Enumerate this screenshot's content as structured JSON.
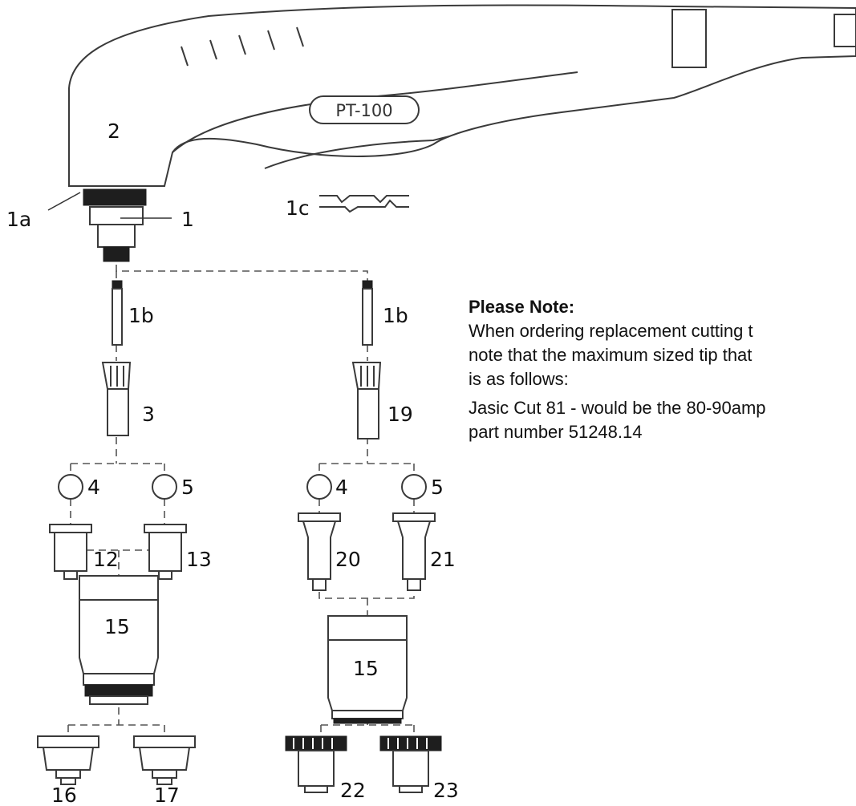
{
  "torch": {
    "model": "PT-100"
  },
  "labels": {
    "p2": "2",
    "p1a": "1a",
    "p1": "1",
    "p1c": "1c",
    "p1b_left": "1b",
    "p1b_right": "1b",
    "p3": "3",
    "p19": "19",
    "p4_left": "4",
    "p5_left": "5",
    "p4_right": "4",
    "p5_right": "5",
    "p12": "12",
    "p13": "13",
    "p20": "20",
    "p21": "21",
    "p15_left": "15",
    "p15_right": "15",
    "p16": "16",
    "p17": "17",
    "p22": "22",
    "p23": "23"
  },
  "note": {
    "title": "Please Note:",
    "line1": "When ordering replacement cutting t",
    "line2": "note that the maximum sized tip that",
    "line3": "is as follows:",
    "line4": "Jasic Cut 81 - would be the 80-90amp",
    "line5": "part number 51248.14"
  }
}
